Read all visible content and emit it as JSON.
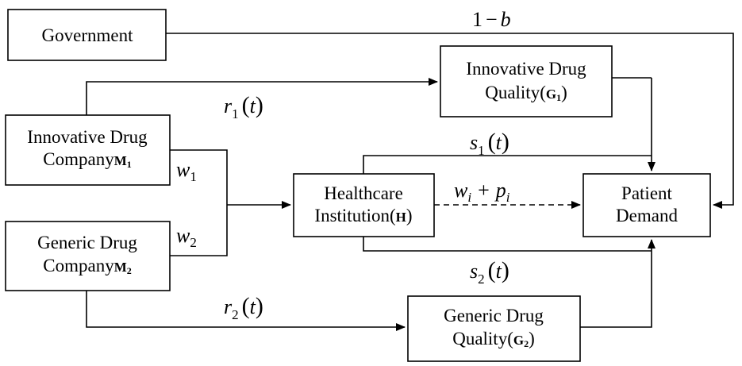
{
  "nodes": {
    "government": {
      "label": "Government"
    },
    "innovative_company": {
      "line1": "Innovative Drug",
      "line2": "Company",
      "tag": "M",
      "tag_sub": "1"
    },
    "generic_company": {
      "line1": "Generic Drug",
      "line2": "Company",
      "tag": "M",
      "tag_sub": "2"
    },
    "innovative_quality": {
      "line1": "Innovative Drug",
      "line2": "Quality",
      "tag": "G",
      "tag_sub": "1"
    },
    "generic_quality": {
      "line1": "Generic Drug",
      "line2": "Quality",
      "tag": "G",
      "tag_sub": "2"
    },
    "healthcare": {
      "line1": "Healthcare",
      "line2": "Institution",
      "tag": "H"
    },
    "patient_demand": {
      "line1": "Patient",
      "line2": "Demand"
    }
  },
  "edge_labels": {
    "one_minus_b": {
      "one": "1",
      "minus": "−",
      "b": "b"
    },
    "r1": {
      "var": "r",
      "sub": "1",
      "arg": "t"
    },
    "r2": {
      "var": "r",
      "sub": "2",
      "arg": "t"
    },
    "s1": {
      "var": "s",
      "sub": "1",
      "arg": "t"
    },
    "s2": {
      "var": "s",
      "sub": "2",
      "arg": "t"
    },
    "w1": {
      "var": "w",
      "sub": "1"
    },
    "w2": {
      "var": "w",
      "sub": "2"
    },
    "wi_pi": {
      "w": "w",
      "w_sub": "i",
      "plus": "+",
      "p": "p",
      "p_sub": "i"
    }
  },
  "colors": {
    "stroke": "#000000",
    "background": "#ffffff"
  }
}
